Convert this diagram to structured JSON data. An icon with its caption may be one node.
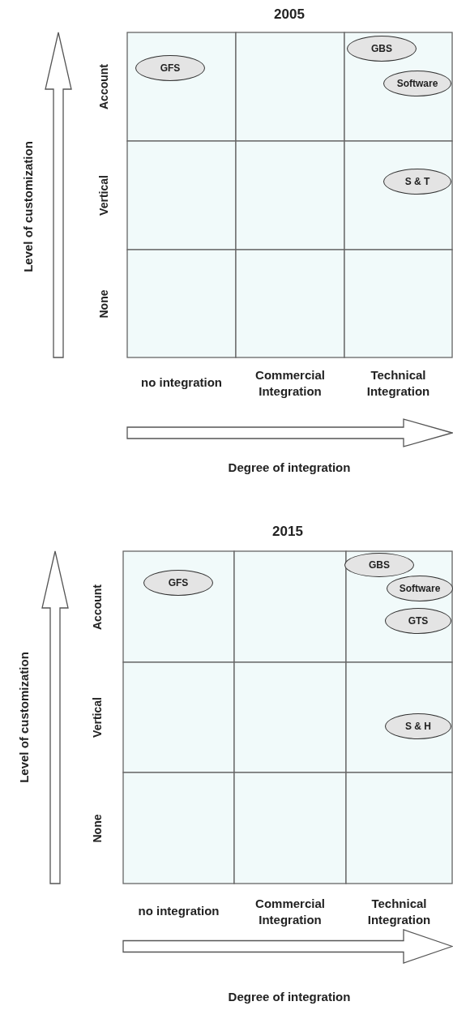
{
  "diagram": {
    "nodes": [
      {
        "text": [
          "GFS"
        ]
      },
      {
        "text": [
          "GBS"
        ]
      },
      {
        "text": [
          "Software"
        ]
      },
      {
        "text": [
          "S & T"
        ]
      },
      {
        "text": [
          "GFS"
        ]
      },
      {
        "text": [
          "GBS"
        ]
      },
      {
        "text": [
          "Software"
        ]
      },
      {
        "text": [
          "GTS"
        ]
      },
      {
        "text": [
          "S & H"
        ]
      }
    ],
    "edges": [],
    "labels": [
      "2005",
      "Account",
      "Vertical",
      "None",
      "no integration",
      "Commercial Integration",
      "Technical Integration",
      "Level of customization",
      "Degree of integration",
      "2015",
      "Account",
      "Vertical",
      "None",
      "no integration",
      "Commercial Integration",
      "Technical Integration",
      "Level of customization",
      "Degree of integration"
    ]
  }
}
